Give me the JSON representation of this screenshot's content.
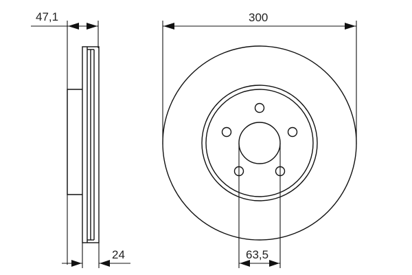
{
  "drawing": {
    "title": "Brake disc technical drawing",
    "line_color": "#111111",
    "text_color": "#222222",
    "background": "#ffffff"
  },
  "dimensions": {
    "overall_height": {
      "label": "47,1",
      "unit": "mm",
      "description": "Overall height (hat depth)"
    },
    "disc_thickness": {
      "label": "24",
      "unit": "mm",
      "description": "Disc thickness"
    },
    "outer_diameter": {
      "label": "300",
      "unit": "mm",
      "description": "Outer diameter"
    },
    "center_bore": {
      "label": "63,5",
      "unit": "mm",
      "description": "Center bore diameter"
    }
  },
  "views": {
    "side_view": {
      "name": "Side profile (ventilated disc)"
    },
    "front_view": {
      "name": "Front view",
      "bolt_holes": 5
    }
  }
}
